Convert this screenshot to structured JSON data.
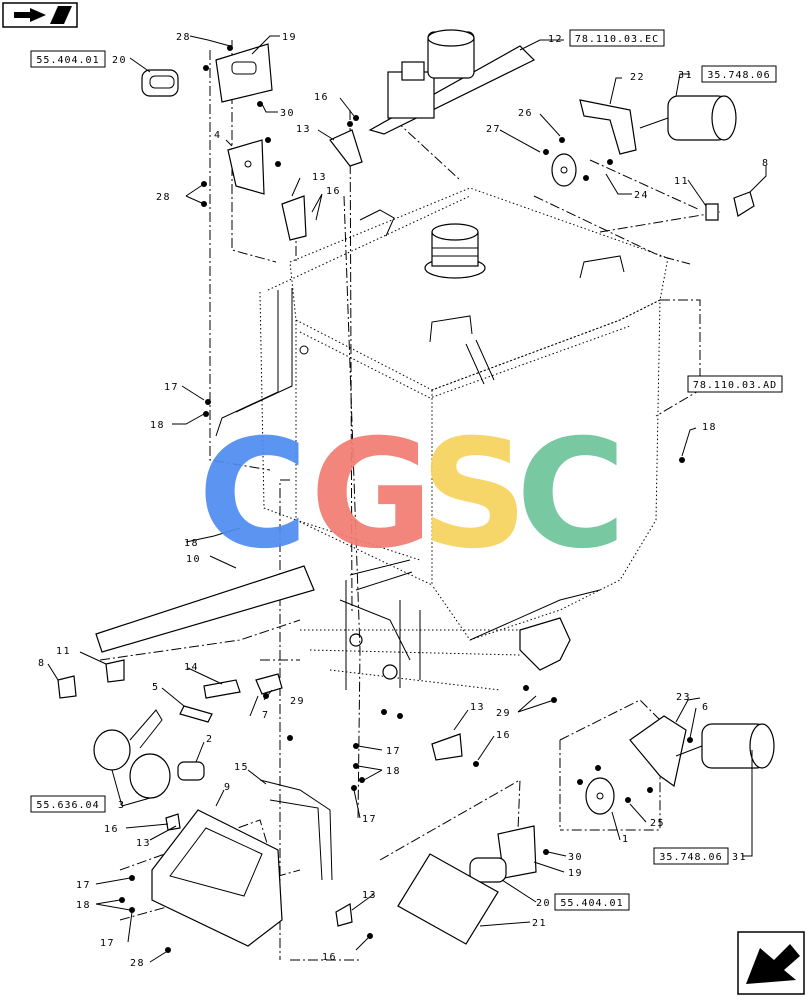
{
  "watermark": {
    "letters": [
      "C",
      "G",
      "S",
      "C"
    ],
    "colors": [
      "#4f8df0",
      "#f27d73",
      "#f7d35e",
      "#6ec49a"
    ]
  },
  "nav": {
    "top_icon": "hand-pointer-right-icon",
    "bottom_icon": "next-page-arrow-icon"
  },
  "refs": {
    "r_55_404_01_top": "55.404.01",
    "r_78_110_03_ec": "78.110.03.EC",
    "r_35_748_06_top": "35.748.06",
    "r_78_110_03_ad": "78.110.03.AD",
    "r_55_636_04": "55.636.04",
    "r_35_748_06_bot": "35.748.06",
    "r_55_404_01_bot": "55.404.01"
  },
  "callouts": {
    "c28a": "28",
    "c19a": "19",
    "c20a": "20",
    "c30a": "30",
    "c4": "4",
    "c28b": "28",
    "c16a": "16",
    "c13a": "13",
    "c13b": "13",
    "c16b": "16",
    "c12": "12",
    "c22": "22",
    "c31a": "31",
    "c26": "26",
    "c27": "27",
    "c24": "24",
    "c11a": "11",
    "c8a": "8",
    "c17a": "17",
    "c18a": "18",
    "c18b": "18",
    "c18c": "18",
    "c10": "10",
    "c11b": "11",
    "c8b": "8",
    "c14": "14",
    "c5": "5",
    "c7": "7",
    "c29a": "29",
    "c2": "2",
    "c3": "3",
    "c16c": "16",
    "c13c": "13",
    "c9": "9",
    "c15": "15",
    "c17b": "17",
    "c18d": "18",
    "c17c": "17",
    "c28c": "28",
    "c17d": "17",
    "c18e": "18",
    "c17e": "17",
    "c13d": "13",
    "c16d": "16",
    "c29b": "29",
    "c13e": "13",
    "c16e": "16",
    "c23": "23",
    "c6": "6",
    "c1": "1",
    "c25": "25",
    "c31b": "31",
    "c30b": "30",
    "c19b": "19",
    "c20b": "20",
    "c21": "21"
  }
}
